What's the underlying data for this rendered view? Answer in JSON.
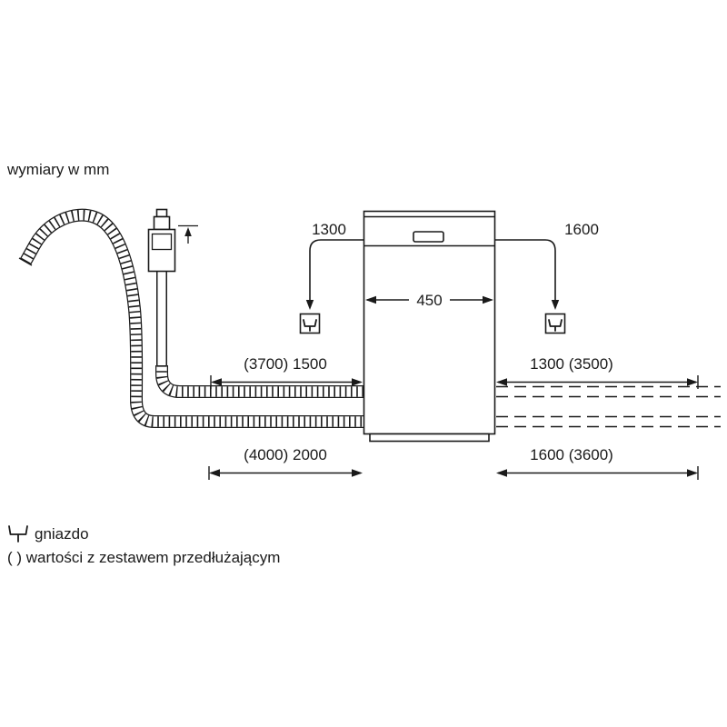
{
  "title": "wymiary w mm",
  "colors": {
    "line": "#1a1a1a",
    "background": "#ffffff"
  },
  "dimensions": {
    "cable_left": "1300",
    "cable_right": "1600",
    "width": "450",
    "hose_left_upper": "(3700) 1500",
    "hose_left_lower": "(4000) 2000",
    "hose_right_upper": "1300 (3500)",
    "hose_right_lower": "1600 (3600)"
  },
  "legend": {
    "socket_label": "gniazdo",
    "extension_note": "( ) wartości z zestawem przedłużającym"
  },
  "icons": {
    "socket": "power-socket-icon",
    "plug_symbol": "plug-fork-symbol"
  }
}
